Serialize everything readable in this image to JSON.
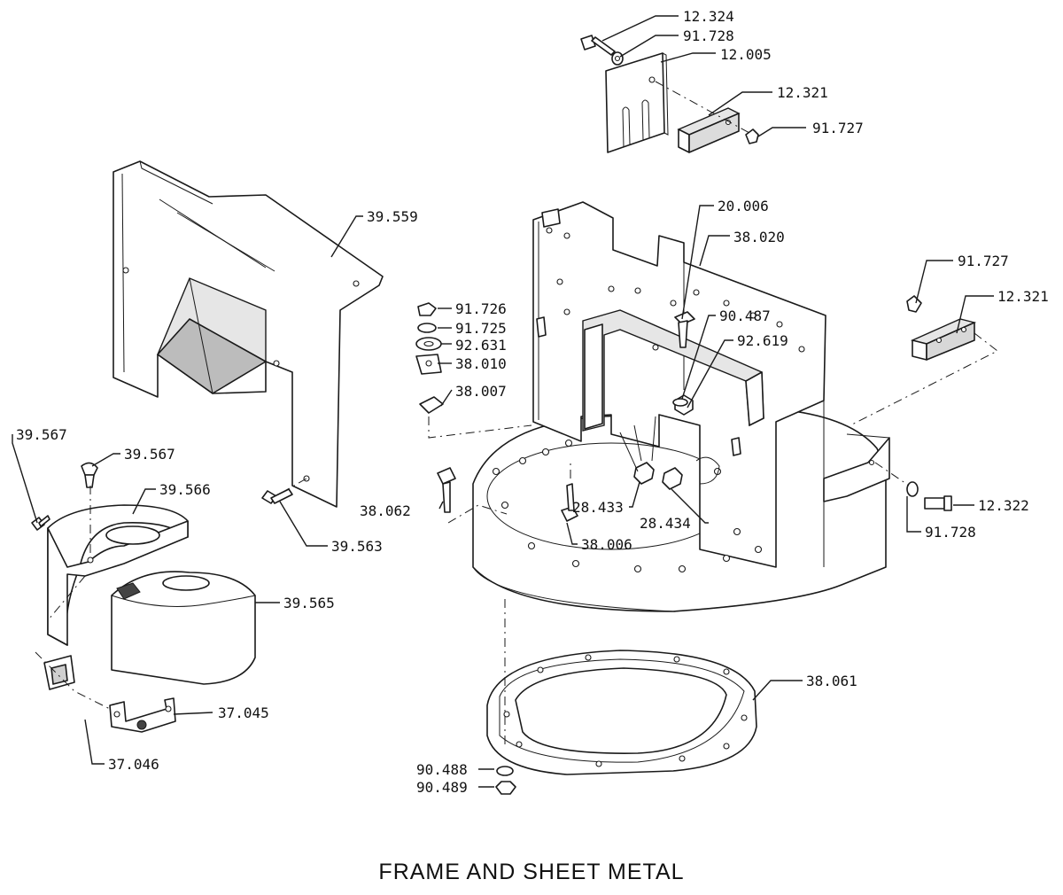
{
  "diagram": {
    "title": "FRAME AND SHEET METAL",
    "callouts": {
      "c_12_324_top": "12.324",
      "c_91_728_top": "91.728",
      "c_12_005": "12.005",
      "c_12_321_top": "12.321",
      "c_91_727_top": "91.727",
      "c_39_559": "39.559",
      "c_20_006": "20.006",
      "c_38_020": "38.020",
      "c_91_727_right": "91.727",
      "c_12_321_right": "12.321",
      "c_91_726": "91.726",
      "c_91_725": "91.725",
      "c_92_631": "92.631",
      "c_38_010": "38.010",
      "c_38_007": "38.007",
      "c_90_487": "90.487",
      "c_92_619": "92.619",
      "c_39_567_a": "39.567",
      "c_39_567_b": "39.567",
      "c_39_566": "39.566",
      "c_39_563": "39.563",
      "c_38_062": "38.062",
      "c_28_433": "28.433",
      "c_28_434": "28.434",
      "c_38_006": "38.006",
      "c_12_322": "12.322",
      "c_91_728_right": "91.728",
      "c_39_565": "39.565",
      "c_38_061": "38.061",
      "c_37_045": "37.045",
      "c_37_046": "37.046",
      "c_90_488": "90.488",
      "c_90_489": "90.489"
    }
  }
}
